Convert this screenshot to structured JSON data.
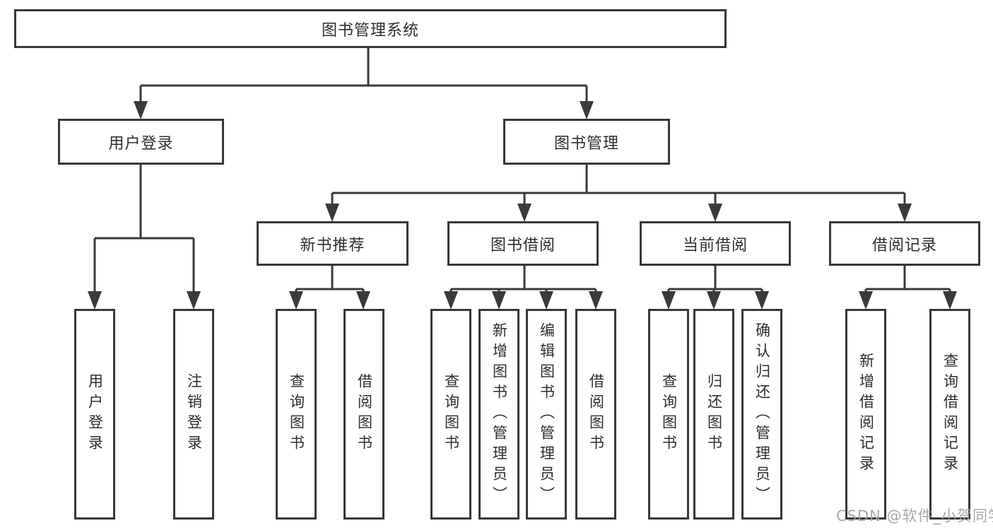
{
  "tree": {
    "label": "图书管理系统",
    "children": [
      {
        "label": "用户登录",
        "children": [
          {
            "label": "用户登录"
          },
          {
            "label": "注销登录"
          }
        ]
      },
      {
        "label": "图书管理",
        "children": [
          {
            "label": "新书推荐",
            "children": [
              {
                "label": "查询图书"
              },
              {
                "label": "借阅图书"
              }
            ]
          },
          {
            "label": "图书借阅",
            "children": [
              {
                "label": "查询图书"
              },
              {
                "label": "新增图书（管理员）"
              },
              {
                "label": "编辑图书（管理员）"
              },
              {
                "label": "借阅图书"
              }
            ]
          },
          {
            "label": "当前借阅",
            "children": [
              {
                "label": "查询图书"
              },
              {
                "label": "归还图书"
              },
              {
                "label": "确认归还（管理员）"
              }
            ]
          },
          {
            "label": "借阅记录",
            "children": [
              {
                "label": "新增借阅记录"
              },
              {
                "label": "查询借阅记录"
              }
            ]
          }
        ]
      }
    ]
  },
  "watermark": "CSDN @软件_小贺同学",
  "colors": {
    "line": "#3a3a3a",
    "box_border": "#383838",
    "text": "#2e2e2e",
    "background": "#ffffff",
    "watermark": "#9e9e9e"
  }
}
